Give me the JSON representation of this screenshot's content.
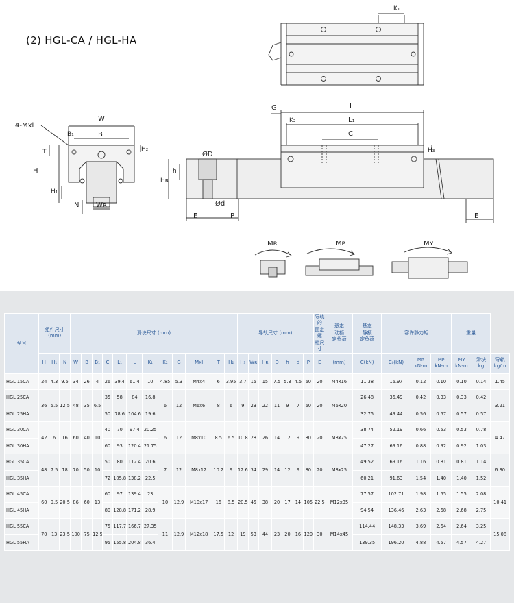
{
  "title": "(2) HGL-CA / HGL-HA",
  "drawing": {
    "labels": {
      "k1": "K₁",
      "mxl": "4-Mxl",
      "w": "W",
      "b1": "B₁",
      "b": "B",
      "t": "T",
      "h2": "H₂",
      "h": "H",
      "h1": "H₁",
      "n": "N",
      "wr": "Wʀ",
      "hr": "Hʀ",
      "h_small": "h",
      "od": "ØD",
      "d_small": "Ød",
      "e": "E",
      "p": "P",
      "g": "G",
      "l": "L",
      "k2": "K₂",
      "l1": "L₁",
      "c": "C",
      "h3": "H₃",
      "e2": "E",
      "mr": "Mʀ",
      "mp": "Mᴘ",
      "my": "Mʏ"
    }
  },
  "table": {
    "header": {
      "model": "型号",
      "assembly": "组件尺寸\n(mm)",
      "block": "滑块尺寸 (mm)",
      "rail": "导轨尺寸 (mm)",
      "bolt": "导轨的\n固定螺\n栓尺寸",
      "dynamic": "基本\n动额\n定负荷",
      "static": "基本\n静额\n定负荷",
      "moment": "容许静力矩",
      "weight": "重量",
      "cols": [
        "H",
        "H₁",
        "N",
        "W",
        "B",
        "B₁",
        "C",
        "L₁",
        "L",
        "K₁",
        "K₂",
        "G",
        "Mxl",
        "T",
        "H₂",
        "H₃",
        "Wʀ",
        "Hʀ",
        "D",
        "h",
        "d",
        "P",
        "E"
      ],
      "bolt_unit": "(mm)",
      "c_unit": "C(kN)",
      "c0_unit": "C₀(kN)",
      "mr": "Mʀ",
      "mp": "Mᴘ",
      "my": "Mʏ",
      "knm1": "kN-m",
      "knm2": "kN-m",
      "knm3": "kN-m",
      "block_w": "滑块",
      "rail_w": "导轨",
      "kg": "kg",
      "kgm": "kg/m"
    },
    "rows": [
      {
        "model": "HGL 15CA",
        "H": "24",
        "H1": "4.3",
        "N": "9.5",
        "W": "34",
        "B": "26",
        "B1": "4",
        "C": "26",
        "L1": "39.4",
        "L": "61.4",
        "K1": "10",
        "K2": "4.85",
        "G": "5.3",
        "Mxl": "M4x4",
        "T": "6",
        "H2": "3.95",
        "H3": "3.7",
        "WR": "15",
        "HR": "15",
        "D": "7.5",
        "h": "5.3",
        "d": "4.5",
        "P": "60",
        "E": "20",
        "bolt": "M4x16",
        "Cd": "11.38",
        "C0": "16.97",
        "MR": "0.12",
        "MP": "0.10",
        "MY": "0.10",
        "kg": "0.14",
        "kgm": "1.45"
      },
      {
        "model": "HGL 25CA",
        "H": "36",
        "H1": "5.5",
        "N": "12.5",
        "W": "48",
        "B": "35",
        "B1": "6.5",
        "C": "35",
        "L1": "58",
        "L": "84",
        "K1": "16.8",
        "K2": "6",
        "G": "12",
        "Mxl": "M6x6",
        "T": "8",
        "H2": "6",
        "H3": "9",
        "WR": "23",
        "HR": "22",
        "D": "11",
        "h": "9",
        "d": "7",
        "P": "60",
        "E": "20",
        "bolt": "M6x20",
        "Cd": "26.48",
        "C0": "36.49",
        "MR": "0.42",
        "MP": "0.33",
        "MY": "0.33",
        "kg": "0.42",
        "kgm": "3.21"
      },
      {
        "model": "HGL 25HA",
        "C": "50",
        "L1": "78.6",
        "L": "104.6",
        "K1": "19.6",
        "Cd": "32.75",
        "C0": "49.44",
        "MR": "0.56",
        "MP": "0.57",
        "MY": "0.57",
        "kg": "0.57"
      },
      {
        "model": "HGL 30CA",
        "H": "42",
        "H1": "6",
        "N": "16",
        "W": "60",
        "B": "40",
        "B1": "10",
        "C": "40",
        "L1": "70",
        "L": "97.4",
        "K1": "20.25",
        "K2": "6",
        "G": "12",
        "Mxl": "M8x10",
        "T": "8.5",
        "H2": "6.5",
        "H3": "10.8",
        "WR": "28",
        "HR": "26",
        "D": "14",
        "h": "12",
        "d": "9",
        "P": "80",
        "E": "20",
        "bolt": "M8x25",
        "Cd": "38.74",
        "C0": "52.19",
        "MR": "0.66",
        "MP": "0.53",
        "MY": "0.53",
        "kg": "0.78",
        "kgm": "4.47"
      },
      {
        "model": "HGL 30HA",
        "C": "60",
        "L1": "93",
        "L": "120.4",
        "K1": "21.75",
        "Cd": "47.27",
        "C0": "69.16",
        "MR": "0.88",
        "MP": "0.92",
        "MY": "0.92",
        "kg": "1.03"
      },
      {
        "model": "HGL 35CA",
        "H": "48",
        "H1": "7.5",
        "N": "18",
        "W": "70",
        "B": "50",
        "B1": "10",
        "C": "50",
        "L1": "80",
        "L": "112.4",
        "K1": "20.6",
        "K2": "7",
        "G": "12",
        "Mxl": "M8x12",
        "T": "10.2",
        "H2": "9",
        "H3": "12.6",
        "WR": "34",
        "HR": "29",
        "D": "14",
        "h": "12",
        "d": "9",
        "P": "80",
        "E": "20",
        "bolt": "M8x25",
        "Cd": "49.52",
        "C0": "69.16",
        "MR": "1.16",
        "MP": "0.81",
        "MY": "0.81",
        "kg": "1.14",
        "kgm": "6.30"
      },
      {
        "model": "HGL 35HA",
        "C": "72",
        "L1": "105.8",
        "L": "138.2",
        "K1": "22.5",
        "Cd": "60.21",
        "C0": "91.63",
        "MR": "1.54",
        "MP": "1.40",
        "MY": "1.40",
        "kg": "1.52"
      },
      {
        "model": "HGL 45CA",
        "H": "60",
        "H1": "9.5",
        "N": "20.5",
        "W": "86",
        "B": "60",
        "B1": "13",
        "C": "60",
        "L1": "97",
        "L": "139.4",
        "K1": "23",
        "K2": "10",
        "G": "12.9",
        "Mxl": "M10x17",
        "T": "16",
        "H2": "8.5",
        "H3": "20.5",
        "WR": "45",
        "HR": "38",
        "D": "20",
        "h": "17",
        "d": "14",
        "P": "105",
        "E": "22.5",
        "bolt": "M12x35",
        "Cd": "77.57",
        "C0": "102.71",
        "MR": "1.98",
        "MP": "1.55",
        "MY": "1.55",
        "kg": "2.08",
        "kgm": "10.41"
      },
      {
        "model": "HGL 45HA",
        "C": "80",
        "L1": "128.8",
        "L": "171.2",
        "K1": "28.9",
        "Cd": "94.54",
        "C0": "136.46",
        "MR": "2.63",
        "MP": "2.68",
        "MY": "2.68",
        "kg": "2.75"
      },
      {
        "model": "HGL 55CA",
        "H": "70",
        "H1": "13",
        "N": "23.5",
        "W": "100",
        "B": "75",
        "B1": "12.5",
        "C": "75",
        "L1": "117.7",
        "L": "166.7",
        "K1": "27.35",
        "K2": "11",
        "G": "12.9",
        "Mxl": "M12x18",
        "T": "17.5",
        "H2": "12",
        "H3": "19",
        "WR": "53",
        "HR": "44",
        "D": "23",
        "h": "20",
        "d": "16",
        "P": "120",
        "E": "30",
        "bolt": "M14x45",
        "Cd": "114.44",
        "C0": "148.33",
        "MR": "3.69",
        "MP": "2.64",
        "MY": "2.64",
        "kg": "3.25",
        "kgm": "15.08"
      },
      {
        "model": "HGL 55HA",
        "C": "95",
        "L1": "155.8",
        "L": "204.8",
        "K1": "36.4",
        "Cd": "139.35",
        "C0": "196.20",
        "MR": "4.88",
        "MP": "4.57",
        "MY": "4.57",
        "kg": "4.27"
      }
    ]
  }
}
